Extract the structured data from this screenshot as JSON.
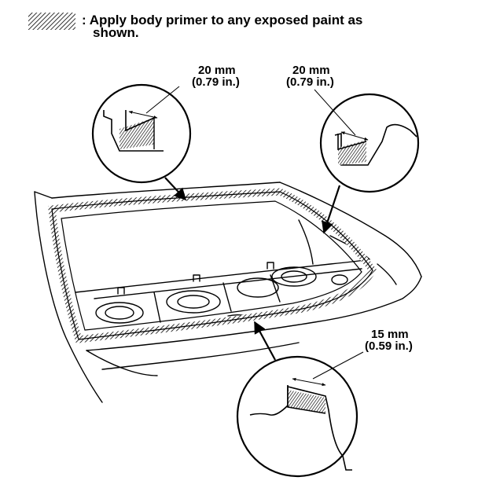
{
  "legend": {
    "line1": ": Apply body primer to any exposed paint as",
    "line2": "shown."
  },
  "callouts": [
    {
      "id": "upper-left",
      "metric": "20 mm",
      "imperial": "(0.79 in.)"
    },
    {
      "id": "upper-right",
      "metric": "20 mm",
      "imperial": "(0.79 in.)"
    },
    {
      "id": "lower",
      "metric": "15 mm",
      "imperial": "(0.59 in.)"
    }
  ],
  "colors": {
    "ink": "#000000",
    "paper": "#ffffff"
  }
}
